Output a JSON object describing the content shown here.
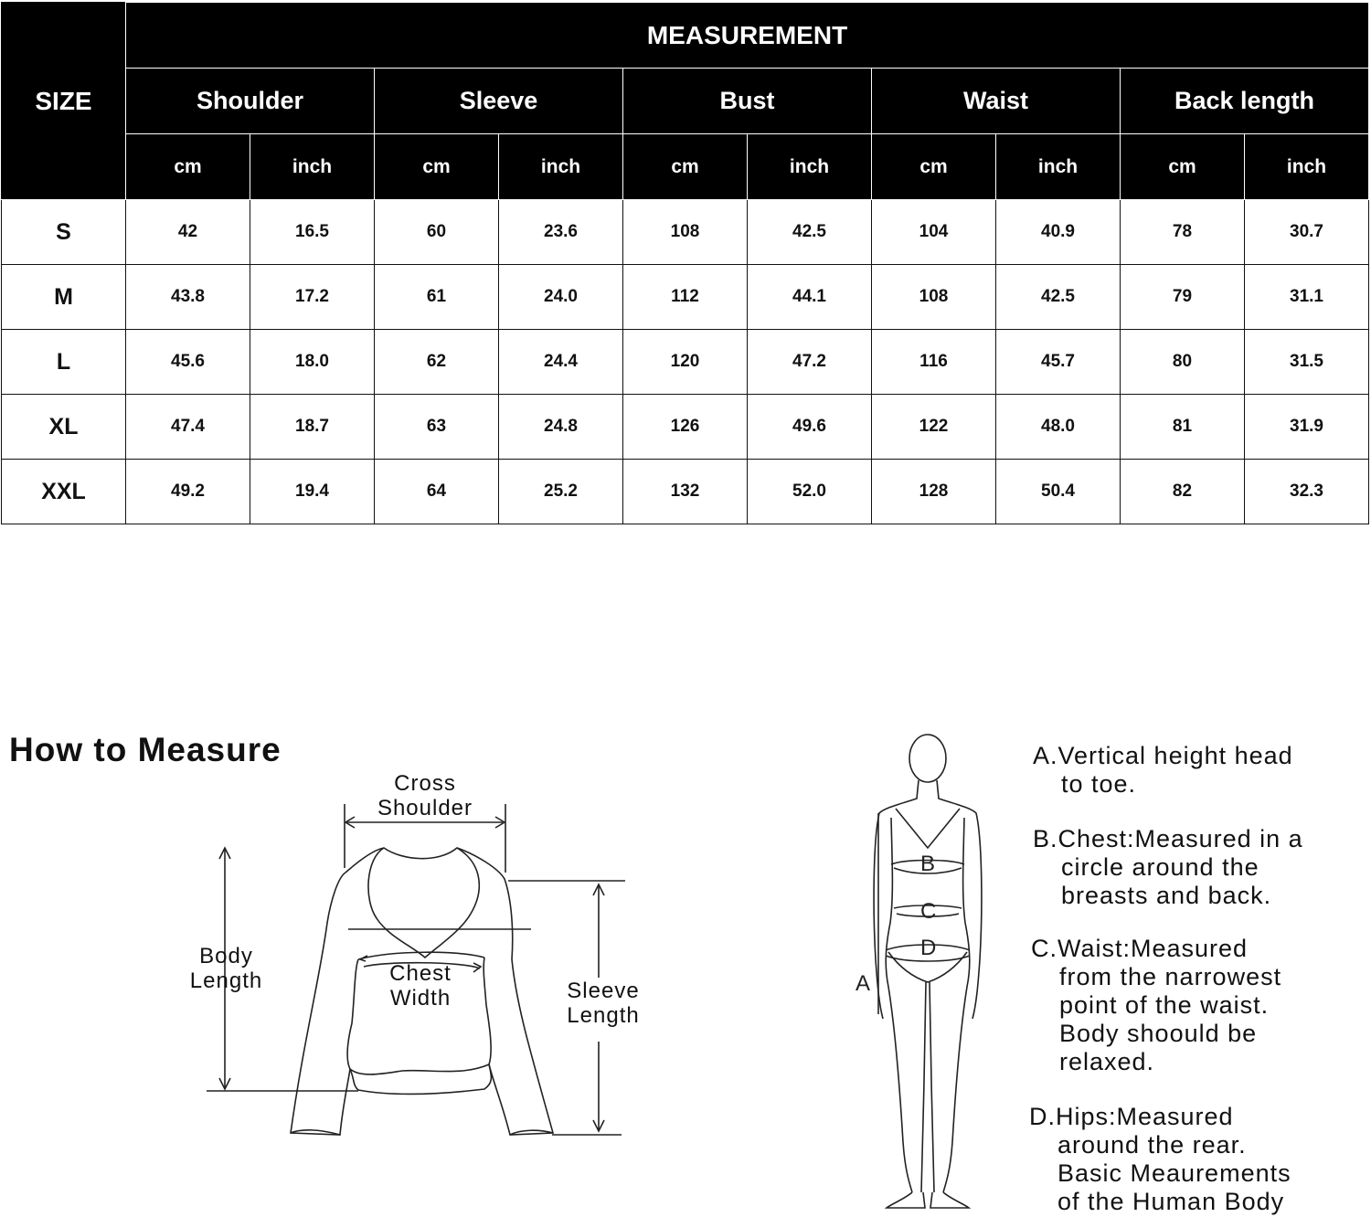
{
  "table": {
    "measurement_header": "MEASUREMENT",
    "size_header": "SIZE",
    "groups": [
      "Shoulder",
      "Sleeve",
      "Bust",
      "Waist",
      "Back length"
    ],
    "units": [
      "cm",
      "inch"
    ],
    "rows": [
      {
        "size": "S",
        "values": [
          "42",
          "16.5",
          "60",
          "23.6",
          "108",
          "42.5",
          "104",
          "40.9",
          "78",
          "30.7"
        ]
      },
      {
        "size": "M",
        "values": [
          "43.8",
          "17.2",
          "61",
          "24.0",
          "112",
          "44.1",
          "108",
          "42.5",
          "79",
          "31.1"
        ]
      },
      {
        "size": "L",
        "values": [
          "45.6",
          "18.0",
          "62",
          "24.4",
          "120",
          "47.2",
          "116",
          "45.7",
          "80",
          "31.5"
        ]
      },
      {
        "size": "XL",
        "values": [
          "47.4",
          "18.7",
          "63",
          "24.8",
          "126",
          "49.6",
          "122",
          "48.0",
          "81",
          "31.9"
        ]
      },
      {
        "size": "XXL",
        "values": [
          "49.2",
          "19.4",
          "64",
          "25.2",
          "132",
          "52.0",
          "128",
          "50.4",
          "82",
          "32.3"
        ]
      }
    ]
  },
  "how_to_measure": {
    "title": "How to Measure",
    "labels": {
      "cross_shoulder_1": "Cross",
      "cross_shoulder_2": "Shoulder",
      "body_length_1": "Body",
      "body_length_2": "Length",
      "chest_width_1": "Chest",
      "chest_width_2": "Width",
      "sleeve_length_1": "Sleeve",
      "sleeve_length_2": "Length"
    },
    "body_markers": {
      "a": "A",
      "b": "B",
      "c": "C",
      "d": "D"
    }
  },
  "descriptions": [
    {
      "letter": "A.",
      "lines": [
        "Vertical height head",
        "to toe."
      ]
    },
    {
      "letter": "B.",
      "lines": [
        "Chest:Measured in a",
        "circle around the",
        "breasts and back."
      ]
    },
    {
      "letter": "C.",
      "lines": [
        "Waist:Measured",
        "from the narrowest",
        "point of the waist.",
        "Body shoould be",
        "relaxed."
      ]
    },
    {
      "letter": "D.",
      "lines": [
        "Hips:Measured",
        "around the rear.",
        "Basic Meaurements",
        "of the Human Body"
      ]
    }
  ]
}
